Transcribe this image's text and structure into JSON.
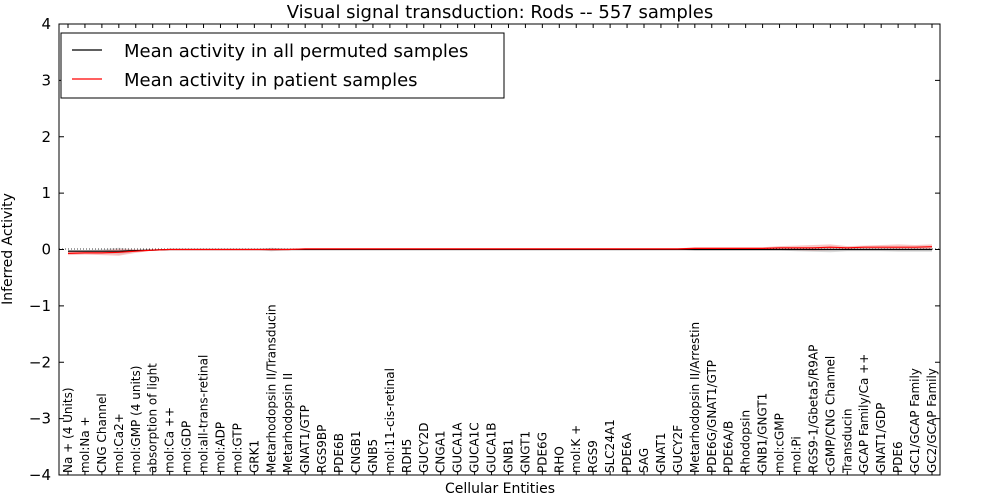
{
  "chart_data": {
    "type": "line",
    "title": "Visual signal transduction: Rods -- 557 samples",
    "xlabel": "Cellular Entities",
    "ylabel": "Inferred Activity",
    "ylim": [
      -4,
      4
    ],
    "yticks": [
      -4,
      -3,
      -2,
      -1,
      0,
      1,
      2,
      3,
      4
    ],
    "ytick_labels": [
      "−4",
      "−3",
      "−2",
      "−1",
      "0",
      "1",
      "2",
      "3",
      "4"
    ],
    "legend_position": "top-left",
    "categories": [
      "Na + (4 Units)",
      "mol:Na +",
      "CNG Channel",
      "mol:Ca2+",
      "mol:GMP (4 units)",
      "absorption of light",
      "mol:Ca ++",
      "mol:GDP",
      "mol:all-trans-retinal",
      "mol:ADP",
      "mol:GTP",
      "GRK1",
      "Metarhodopsin II/Transducin",
      "Metarhodopsin II",
      "GNAT1/GTP",
      "RGS9BP",
      "PDE6B",
      "CNGB1",
      "GNB5",
      "mol:11-cis-retinal",
      "RDH5",
      "GUCY2D",
      "CNGA1",
      "GUCA1A",
      "GUCA1C",
      "GUCA1B",
      "GNB1",
      "GNGT1",
      "PDE6G",
      "RHO",
      "mol:K +",
      "RGS9",
      "SLC24A1",
      "PDE6A",
      "SAG",
      "GNAT1",
      "GUCY2F",
      "Metarhodopsin II/Arrestin",
      "PDE6G/GNAT1/GTP",
      "PDE6A/B",
      "Rhodopsin",
      "GNB1/GNGT1",
      "mol:cGMP",
      "mol:Pi",
      "RGS9-1/Gbeta5/R9AP",
      "cGMP/CNG Channel",
      "Transducin",
      "GCAP Family/Ca ++",
      "GNAT1/GDP",
      "PDE6",
      "GC1/GCAP Family",
      "GC2/GCAP Family"
    ],
    "series": [
      {
        "name": "Mean activity in all permuted samples",
        "color": "#000000",
        "values": [
          -0.03,
          -0.03,
          -0.03,
          -0.03,
          -0.02,
          -0.01,
          0,
          0,
          0,
          0,
          0,
          0,
          0,
          0,
          0,
          0,
          0,
          0,
          0,
          0,
          0,
          0,
          0,
          0,
          0,
          0,
          0,
          0,
          0,
          0,
          0,
          0,
          0,
          0,
          0,
          0,
          0,
          0,
          0,
          0,
          0,
          0,
          0,
          0,
          0,
          0,
          0,
          0,
          0,
          0,
          0,
          0
        ],
        "band": [
          0.02,
          0.02,
          0.03,
          0.06,
          0.02,
          0.01,
          0,
          0,
          0,
          0,
          0,
          0,
          0.03,
          0.01,
          0,
          0,
          0,
          0,
          0,
          0,
          0,
          0,
          0,
          0,
          0,
          0,
          0,
          0,
          0,
          0,
          0,
          0,
          0,
          0,
          0,
          0,
          0,
          0.02,
          0.02,
          0.02,
          0.02,
          0.02,
          0.02,
          0.03,
          0.04,
          0.05,
          0.03,
          0.03,
          0.03,
          0.04,
          0.04,
          0.04
        ],
        "band_color": "#bbbbbb"
      },
      {
        "name": "Mean activity in patient samples",
        "color": "#ff0000",
        "values": [
          -0.07,
          -0.06,
          -0.06,
          -0.05,
          -0.03,
          -0.01,
          0,
          0,
          0,
          0,
          0,
          0,
          0,
          0,
          0.01,
          0.01,
          0.01,
          0.01,
          0.01,
          0.01,
          0.01,
          0.01,
          0.01,
          0.01,
          0.01,
          0.01,
          0.01,
          0.01,
          0.01,
          0.01,
          0.01,
          0.01,
          0.01,
          0.01,
          0.01,
          0.01,
          0.01,
          0.02,
          0.02,
          0.02,
          0.02,
          0.02,
          0.03,
          0.03,
          0.03,
          0.04,
          0.03,
          0.04,
          0.04,
          0.04,
          0.04,
          0.05
        ],
        "band": [
          0.03,
          0.03,
          0.04,
          0.06,
          0.03,
          0.01,
          0,
          0,
          0,
          0,
          0,
          0,
          0.02,
          0.01,
          0.01,
          0.01,
          0.01,
          0.01,
          0.01,
          0.01,
          0.01,
          0.01,
          0.01,
          0.01,
          0.01,
          0.01,
          0.01,
          0.01,
          0.01,
          0.01,
          0.01,
          0.01,
          0.01,
          0.01,
          0.01,
          0.01,
          0.01,
          0.02,
          0.02,
          0.02,
          0.02,
          0.02,
          0.03,
          0.04,
          0.05,
          0.05,
          0.03,
          0.03,
          0.04,
          0.05,
          0.04,
          0.04
        ],
        "band_color": "#f4a0a0"
      }
    ]
  }
}
